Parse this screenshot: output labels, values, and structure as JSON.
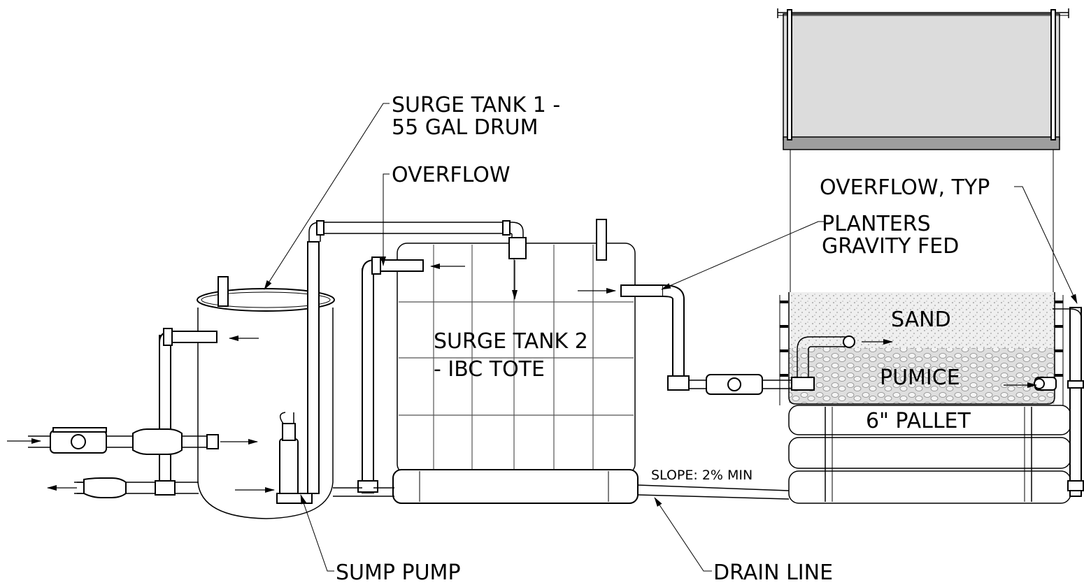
{
  "labels": {
    "surge_tank_1_line1": "SURGE TANK 1 -",
    "surge_tank_1_line2": "55 GAL DRUM",
    "overflow": "OVERFLOW",
    "overflow_typ": "OVERFLOW, TYP",
    "planters_line1": "PLANTERS",
    "planters_line2": "GRAVITY FED",
    "sand": "SAND",
    "pumice": "PUMICE",
    "pallet": "6\" PALLET",
    "surge_tank_2_line1": "SURGE TANK 2",
    "surge_tank_2_line2": "-  IBC TOTE",
    "slope": "SLOPE: 2% MIN",
    "sump_pump": "SUMP PUMP",
    "drain_line": "DRAIN LINE"
  },
  "colors": {
    "line": "#000000",
    "planter_fill": "#dcdcdc",
    "planter_band": "#9e9e9e",
    "sand": "#ececec",
    "pumice": "#d6d6d6"
  }
}
